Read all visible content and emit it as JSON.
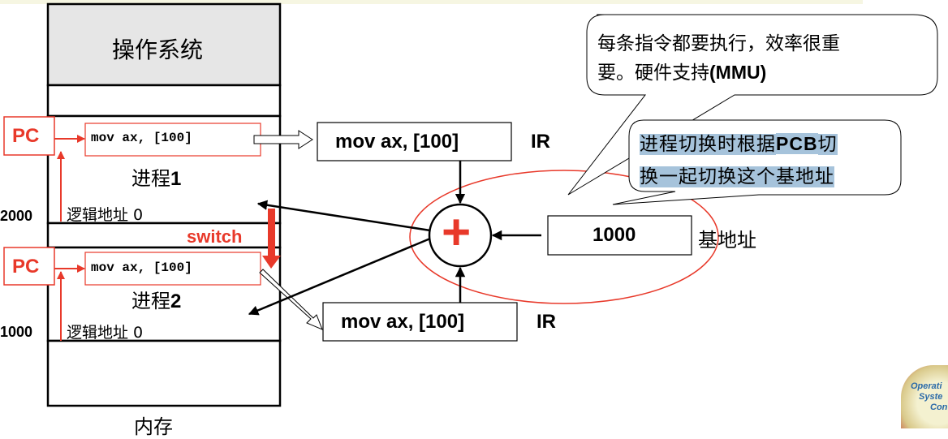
{
  "memory": {
    "os_label": "操作系统",
    "caption": "内存",
    "process1": {
      "name_prefix": "进程",
      "name_num": "1",
      "instruction": "mov ax, [100]",
      "logical_label": "逻辑地址 0",
      "base_addr": "2000"
    },
    "process2": {
      "name_prefix": "进程",
      "name_num": "2",
      "instruction": "mov ax, [100]",
      "logical_label": "逻辑地址 0",
      "base_addr": "1000"
    }
  },
  "pc_label": "PC",
  "switch_label": "switch",
  "ir": {
    "top_instruction": "mov ax, [100]",
    "bottom_instruction": "mov ax, [100]",
    "label": "IR"
  },
  "adder_symbol": "+",
  "base_register": {
    "value": "1000",
    "label": "基地址"
  },
  "callouts": {
    "mmu": {
      "line1": "每条指令都要执行，效率很重",
      "line2_prefix": "要。硬件支持",
      "line2_bold": "(MMU)"
    },
    "pcb": {
      "line1_chars": [
        "进",
        "程",
        "切",
        "换",
        "时",
        "根",
        "据",
        "PCB",
        "切"
      ],
      "line2_chars": [
        "换",
        "一",
        "起",
        "切",
        "换",
        "这",
        "个",
        "基",
        "地",
        "址"
      ]
    }
  },
  "logo": {
    "line1": "Operati",
    "line2": "Syste",
    "line3": "Con"
  },
  "colors": {
    "accent_red": "#e8392a",
    "os_gray": "#e6e6e6",
    "highlight": "#a6c3db",
    "top_band": "#f6f6e2"
  }
}
